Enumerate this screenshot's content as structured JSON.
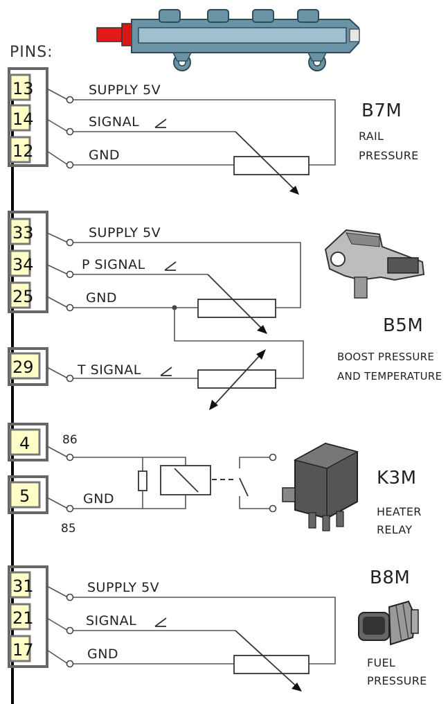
{
  "pins_label": "PINS:",
  "groups": [
    {
      "id": "B7M",
      "code": "B7M",
      "desc_lines": [
        "RAIL",
        "PRESSURE"
      ],
      "pins": [
        {
          "pin": "13",
          "label": "SUPPLY  5V"
        },
        {
          "pin": "14",
          "label": "SIGNAL"
        },
        {
          "pin": "12",
          "label": "GND"
        }
      ]
    },
    {
      "id": "B5M",
      "code": "B5M",
      "desc_lines": [
        "BOOST PRESSURE",
        "AND TEMPERATURE"
      ],
      "pins": [
        {
          "pin": "33",
          "label": "SUPPLY  5V"
        },
        {
          "pin": "34",
          "label": "P SIGNAL"
        },
        {
          "pin": "25",
          "label": "GND"
        },
        {
          "pin": "29",
          "label": "T  SIGNAL"
        }
      ]
    },
    {
      "id": "K3M",
      "code": "K3M",
      "desc_lines": [
        "HEATER",
        "RELAY"
      ],
      "pins": [
        {
          "pin": "4",
          "label": "",
          "terminal": "86"
        },
        {
          "pin": "5",
          "label": "GND",
          "terminal": "85"
        }
      ]
    },
    {
      "id": "B8M",
      "code": "B8M",
      "desc_lines": [
        "FUEL",
        "PRESSURE"
      ],
      "pins": [
        {
          "pin": "31",
          "label": "SUPPLY  5V"
        },
        {
          "pin": "21",
          "label": "SIGNAL"
        },
        {
          "pin": "17",
          "label": "GND"
        }
      ]
    }
  ],
  "colors": {
    "pin_fill": "#ffffc8",
    "pin_border": "#777777",
    "rail_body": "#5e8799",
    "rail_inlet": "#e11a1a",
    "sensor_body": "#666666"
  },
  "icons": [
    "fuel-rail-icon",
    "boost-sensor-icon",
    "relay-icon",
    "fuel-pressure-sensor-icon",
    "arrow-symbol-icon"
  ]
}
